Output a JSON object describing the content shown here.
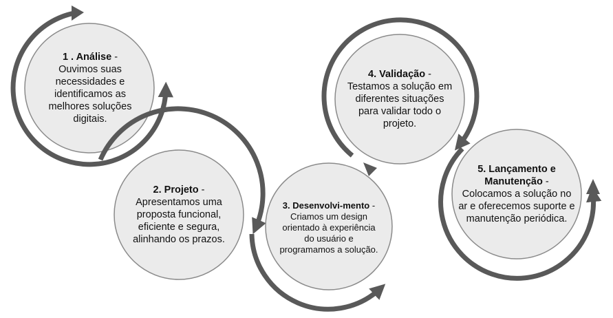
{
  "colors": {
    "circle_fill": "#ebebeb",
    "circle_stroke": "#8a8a8a",
    "arrow": "#595959"
  },
  "steps": [
    {
      "title": "1 . Análise",
      "sep": " -",
      "text": "Ouvimos suas necessidades e identificamos as melhores soluções digitais."
    },
    {
      "title": "2. Projeto",
      "sep": " -",
      "text": "Apresentamos uma proposta funcional, eficiente e segura, alinhando os prazos."
    },
    {
      "title": "3. Desenvolvi-mento",
      "sep": " -",
      "text": "Criamos um design orientado à experiência do usuário e programamos a solução."
    },
    {
      "title": "4. Validação",
      "sep": " -",
      "text": "Testamos a solução em diferentes situações para validar todo o projeto."
    },
    {
      "title": "5. Lançamento e Manutenção",
      "sep": " -",
      "text": "Colocamos a solução no ar e oferecemos suporte e manutenção periódica."
    }
  ]
}
